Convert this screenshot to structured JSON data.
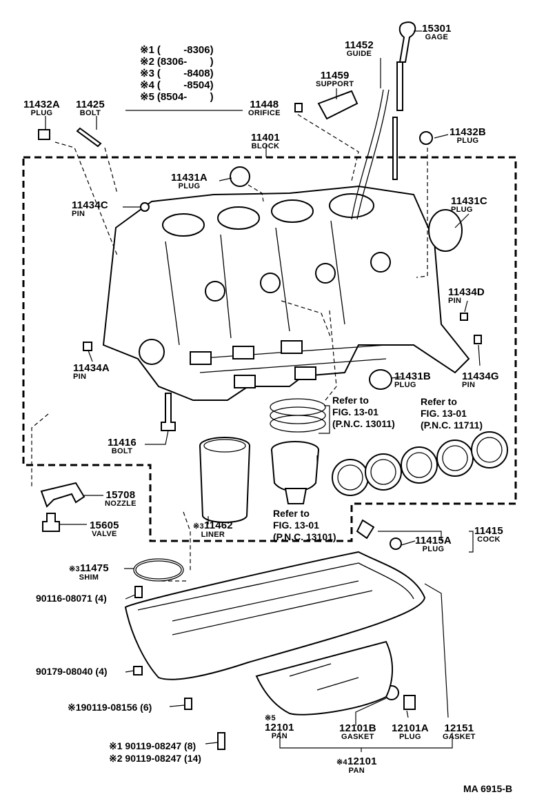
{
  "legend": [
    {
      "mark": "※1",
      "range": "(        -8306)"
    },
    {
      "mark": "※2",
      "range": "(8306-        )"
    },
    {
      "mark": "※3",
      "range": "(        -8408)"
    },
    {
      "mark": "※4",
      "range": "(        -8504)"
    },
    {
      "mark": "※5",
      "range": "(8504-        )"
    }
  ],
  "parts": {
    "gage": {
      "no": "15301",
      "name": "GAGE"
    },
    "guide": {
      "no": "11452",
      "name": "GUIDE"
    },
    "support": {
      "no": "11459",
      "name": "SUPPORT"
    },
    "orifice": {
      "no": "11448",
      "name": "ORIFICE"
    },
    "bolt_top": {
      "no": "11425",
      "name": "BOLT"
    },
    "plug_a": {
      "no": "11432A",
      "name": "PLUG"
    },
    "plug_b": {
      "no": "11432B",
      "name": "PLUG"
    },
    "block": {
      "no": "11401",
      "name": "BLOCK"
    },
    "plug_431a": {
      "no": "11431A",
      "name": "PLUG"
    },
    "pin_c": {
      "no": "11434C",
      "name": "PIN"
    },
    "plug_431c": {
      "no": "11431C",
      "name": "PLUG"
    },
    "pin_d": {
      "no": "11434D",
      "name": "PIN"
    },
    "pin_a": {
      "no": "11434A",
      "name": "PIN"
    },
    "plug_431b": {
      "no": "11431B",
      "name": "PLUG"
    },
    "pin_g": {
      "no": "11434G",
      "name": "PIN"
    },
    "bolt_416": {
      "no": "11416",
      "name": "BOLT"
    },
    "liner": {
      "mark": "※3",
      "no": "11462",
      "name": "LINER"
    },
    "nozzle": {
      "no": "15708",
      "name": "NOZZLE"
    },
    "valve": {
      "no": "15605",
      "name": "VALVE"
    },
    "plug_415a": {
      "no": "11415A",
      "name": "PLUG"
    },
    "cock": {
      "no": "11415",
      "name": "COCK"
    },
    "shim": {
      "mark": "※3",
      "no": "11475",
      "name": "SHIM"
    },
    "pan5": {
      "mark": "※5",
      "no": "12101",
      "name": "PAN"
    },
    "gasket_b": {
      "no": "12101B",
      "name": "GASKET"
    },
    "plug_pan": {
      "no": "12101A",
      "name": "PLUG"
    },
    "gasket_151": {
      "no": "12151",
      "name": "GASKET"
    },
    "pan4": {
      "mark": "※4",
      "no": "12101",
      "name": "PAN"
    }
  },
  "refs": {
    "ring": [
      "Refer to",
      "FIG. 13-01",
      "(P.N.C. 13011)"
    ],
    "bearing": [
      "Refer to",
      "FIG. 13-01",
      "(P.N.C. 11711)"
    ],
    "piston": [
      "Refer to",
      "FIG. 13-01",
      "(P.N.C. 13101)"
    ]
  },
  "bolts": {
    "b1": "90116-08071 (4)",
    "b2": "90179-08040 (4)",
    "b3": "※190119-08156 (6)",
    "b4": "※1 90119-08247 (8)",
    "b5": "※2 90119-08247 (14)"
  },
  "footer": "MA 6915-B"
}
